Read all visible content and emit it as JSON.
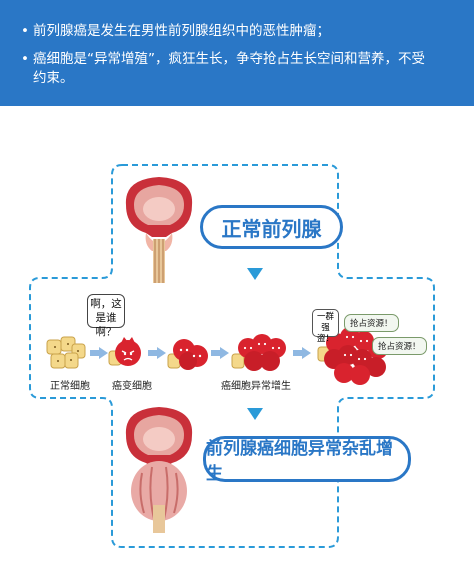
{
  "header": {
    "bullets": [
      "前列腺癌是发生在男性前列腺组织中的恶性肿瘤；",
      "癌细胞是“异常增殖”，疯狂生长，争夺抢占生长空间和营养，不受约束。"
    ],
    "bullet_symbol": "•"
  },
  "diagram": {
    "top_label": "正常前列腺",
    "bottom_label": "前列腺癌细胞异常杂乱增生",
    "stages": {
      "normal": "正常细胞",
      "mutated": "癌变细胞",
      "abnormal": "癌细胞异常增生"
    },
    "bubble_question": "啊，这是谁啊？",
    "bubble_crowd": "一群强盗！",
    "speech_1": "抢占资源！",
    "speech_2": "抢占资源！"
  },
  "colors": {
    "header_bg": "#2a77c6",
    "accent": "#2a9ad8",
    "cancer_cell": "#d9232e",
    "normal_cell": "#f4d88a"
  },
  "icons": [
    "prostate-normal-icon",
    "prostate-cancer-icon",
    "normal-cell-icon",
    "cancer-cell-icon"
  ]
}
